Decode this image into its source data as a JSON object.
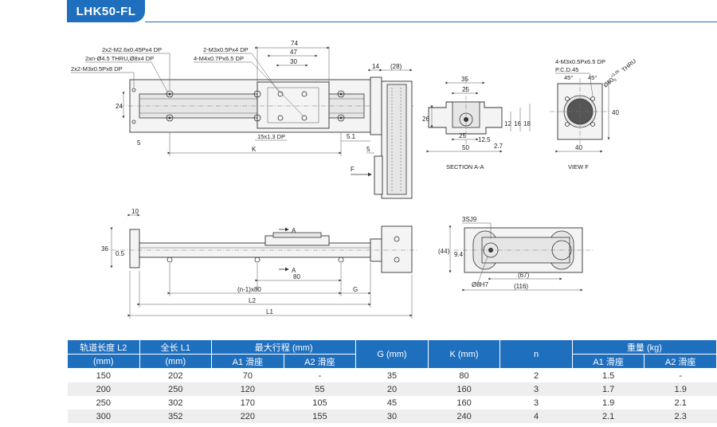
{
  "title": "LHK50-FL",
  "drawing": {
    "top_view": {
      "callouts": [
        "2x2-M2.6x0.45Px4 DP",
        "2xn-Ø4.5 THRU,Ø8x4 DP",
        "2x2-M3x0.5Px8 DP",
        "2-M3x0.5Px4 DP",
        "4-M4x0.7Px6.5 DP"
      ],
      "dims": [
        "74",
        "47",
        "30",
        "14",
        "(28)",
        "24",
        "15x1.3 DP",
        "5.1",
        "5",
        "K",
        "5",
        "F"
      ]
    },
    "section": {
      "dims": [
        "35",
        "25",
        "26",
        "12",
        "16",
        "18",
        "25",
        "12.5",
        "50",
        "2.7"
      ],
      "caption": "SECTION A-A"
    },
    "view_f": {
      "callouts": [
        "4-M3x0.5Px6.5 DP",
        "P.C.D.45"
      ],
      "dims": [
        "45°",
        "45°",
        "Ø30",
        "+0.05",
        "0",
        "THRU",
        "40",
        "40"
      ],
      "caption": "VIEW F"
    },
    "side_view": {
      "dims": [
        "10",
        "36",
        "0.5",
        "A",
        "A",
        "80",
        "(n-1)x80",
        "G",
        "L2",
        "L1"
      ]
    },
    "end_view": {
      "dims": [
        "3SJ9",
        "(44)",
        "9.4",
        "Ø8H7",
        "(67)",
        "(116)"
      ]
    }
  },
  "table": {
    "headers": {
      "rail_length": "轨道长度 L2",
      "rail_unit": "(mm)",
      "total_length": "全长 L1",
      "total_unit": "(mm)",
      "max_stroke": "最大行程 (mm)",
      "a1": "A1 滑座",
      "a2": "A2 滑座",
      "g": "G (mm)",
      "k": "K (mm)",
      "n": "n",
      "weight": "重量 (kg)",
      "w_a1": "A1 滑座",
      "w_a2": "A2 滑座"
    },
    "rows": [
      [
        "150",
        "202",
        "70",
        "-",
        "35",
        "80",
        "2",
        "1.5",
        "-"
      ],
      [
        "200",
        "250",
        "120",
        "55",
        "20",
        "160",
        "3",
        "1.7",
        "1.9"
      ],
      [
        "250",
        "302",
        "170",
        "105",
        "45",
        "160",
        "3",
        "1.9",
        "2.1"
      ],
      [
        "300",
        "352",
        "220",
        "155",
        "30",
        "240",
        "4",
        "2.1",
        "2.3"
      ]
    ]
  }
}
